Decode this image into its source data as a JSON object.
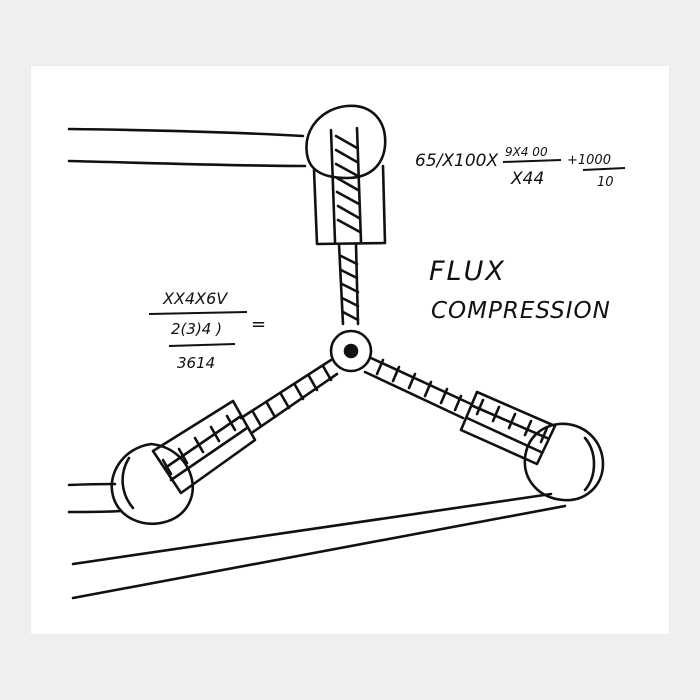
{
  "artwork": {
    "heading": {
      "line1": "FLUX",
      "line2": "COMPRESSION"
    },
    "equation_top": {
      "left": "65/X100X",
      "fraction1_numerator": "9X4 00",
      "fraction1_denominator": "X44",
      "plus_term_numerator": "+1000",
      "plus_term_denominator": "10"
    },
    "equation_left": {
      "numerator": "XX4X6V",
      "denominator": "2(3)4 )",
      "equals": "=",
      "result": "3614"
    },
    "colors": {
      "ink": "#111111",
      "paper": "#ffffff",
      "background": "#efefef"
    }
  }
}
